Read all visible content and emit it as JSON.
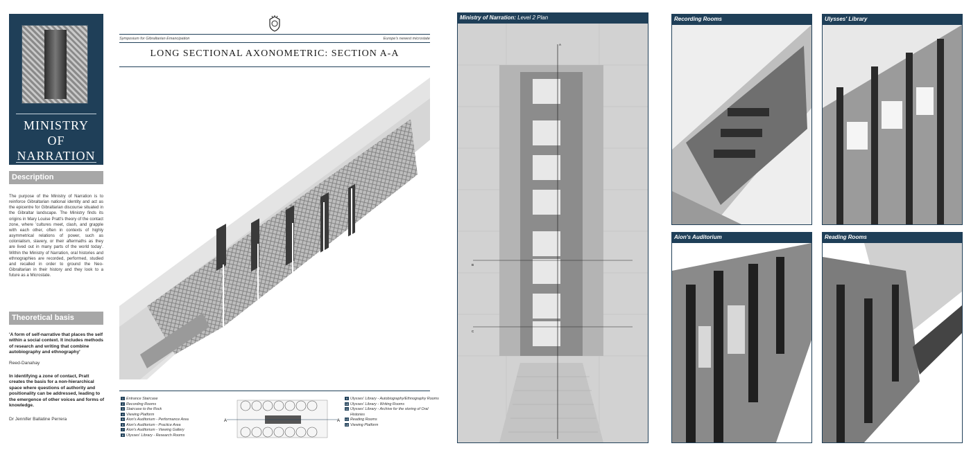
{
  "title_card": {
    "line1": "MINISTRY",
    "line2": "OF",
    "line3": "NARRATION"
  },
  "description": {
    "heading": "Description",
    "body": "The purpose of the Ministry of Narration is to reinforce Gibraltarian national identity and act as the epicentre for Gibraltarian discourse situated in the Gibraltar landscape. The Ministry finds its origins in Mary Louise Pratt's theory of the contact zone, where 'cultures meet, clash, and grapple with each other, often in contexts of highly asymmetrical relations of power, such as colonialism, slavery, or their aftermaths as they are lived out in many parts of the world today'. Within the Ministry of Narration, oral histories and ethnographies are recorded, performed, studied and recalled in order to ground the Neo-Gibraltarian in their history and they look to a future as a Microstate."
  },
  "theory": {
    "heading": "Theoretical basis",
    "quote1": "'A form of self-narrative that places the self within a social context. It includes methods of research and writing that combine autobiography and ethnography'",
    "author1": "Reed-Danahay",
    "quote2": "In identifying a zone of contact, Pratt creates the basis for a non-hierarchical space where questions of authority and positionality can be addressed, leading to the emergence of other voices and forms of knowledge.",
    "author2": "Dr Jennifer Ballatine Perrera"
  },
  "sheet": {
    "left_meta": "Symposium for Gibraltarian Emancipation",
    "right_meta": "Europe's newest microstate",
    "title": "LONG SECTIONAL AXONOMETRIC: SECTION A-A",
    "legend_left": [
      {
        "n": "1",
        "label": "Entrance Staircase"
      },
      {
        "n": "2",
        "label": "Recording Rooms"
      },
      {
        "n": "3",
        "label": "Staircase to the Rock"
      },
      {
        "n": "4",
        "label": "Viewing Platform"
      },
      {
        "n": "5",
        "label": "Aion's Auditorium - Performance Area"
      },
      {
        "n": "6",
        "label": "Aion's Auditorium - Practice Area"
      },
      {
        "n": "7",
        "label": "Aion's Auditorium - Viewing Gallery"
      },
      {
        "n": "8",
        "label": "Ulysses' Library - Research Rooms"
      }
    ],
    "legend_right": [
      {
        "n": "9",
        "label": "Ulysses' Library - Autobiography/Ethnography Rooms"
      },
      {
        "n": "10",
        "label": "Ulysses' Library - Writing Rooms"
      },
      {
        "n": "11",
        "label": "Ulysses' Library - Archive for the storing of Oral"
      },
      {
        "n": "",
        "label": "Histories"
      },
      {
        "n": "12",
        "label": "Reading Rooms"
      },
      {
        "n": "13",
        "label": "Viewing Platform"
      }
    ],
    "minimap_marker_left": "A",
    "minimap_marker_right": "A"
  },
  "plan": {
    "title_bold": "Ministry of Narration:",
    "title_rest": " Level 2 Plan",
    "marker_a": "A",
    "marker_b": "B",
    "marker_c": "C"
  },
  "details": [
    {
      "title": "Recording Rooms"
    },
    {
      "title": "Ulysses' Library"
    },
    {
      "title": "Aion's Auditorium"
    },
    {
      "title": "Reading Rooms"
    }
  ],
  "colors": {
    "navy": "#1f3f58",
    "grey_head": "#a7a7a7"
  }
}
